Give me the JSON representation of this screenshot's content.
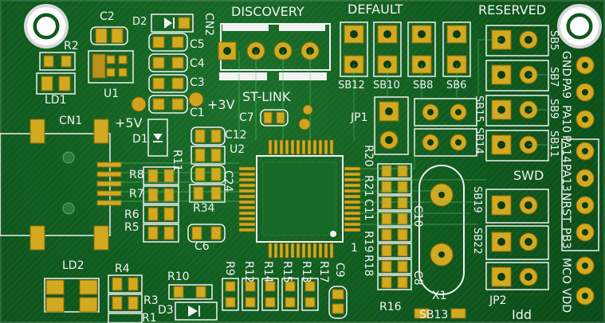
{
  "headings": {
    "discovery": "DISCOVERY",
    "default": "DEFAULT",
    "reserved": "RESERVED",
    "st_link": "ST-LINK",
    "swd": "SWD",
    "idd": "Idd"
  },
  "refdes": {
    "C2": "C2",
    "D2": "D2",
    "R2": "R2",
    "C5": "C5",
    "C4": "C4",
    "C3": "C3",
    "C1": "C1",
    "plus3v": "+3V",
    "plus5v": "+5V",
    "U1": "U1",
    "LD1": "LD1",
    "CN1": "CN1",
    "CN2": "CN2",
    "D1": "D1",
    "C7": "C7",
    "C12": "C12",
    "U2": "U2",
    "R11": "R11",
    "C24": "C24",
    "R8": "R8",
    "R7": "R7",
    "R6": "R6",
    "R5": "R5",
    "R34": "R34",
    "C6": "C6",
    "R20": "R20",
    "R21": "R21",
    "C11": "C11",
    "R19": "R19",
    "R18": "R18",
    "C10": "C10",
    "C8": "C8",
    "R16": "R16",
    "X1": "X1",
    "SB13": "SB13",
    "SB12": "SB12",
    "SB10": "SB10",
    "SB8": "SB8",
    "SB6": "SB6",
    "SB15": "SB15",
    "SB14": "SB14",
    "SB19": "SB19",
    "SB22": "SB22",
    "JP1": "JP1",
    "JP2": "JP2",
    "LD2": "LD2",
    "R4": "R4",
    "R3": "R3",
    "R1": "R1",
    "R10": "R10",
    "D3": "D3",
    "R9": "R9",
    "R12": "R12",
    "R13": "R13",
    "R14": "R14",
    "R15": "R15",
    "R17": "R17",
    "C9": "C9",
    "pin1": "1"
  },
  "pins_right": {
    "items": [
      "GND",
      "PA9",
      "PA10",
      "PA14",
      "PA13",
      "NRST",
      "PB3",
      "MCO",
      "VDD"
    ]
  },
  "solder_bridges_right": {
    "items": [
      "SB5",
      "SB7",
      "SB9",
      "SB11"
    ]
  }
}
